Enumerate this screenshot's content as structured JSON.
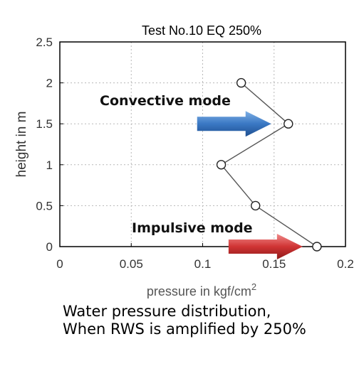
{
  "chart_data": {
    "type": "line",
    "title": "Test No.10 EQ 250%",
    "xlabel": "pressure in kgf/cm",
    "xlabel_superscript": "2",
    "ylabel": "height in m",
    "xlim": [
      0,
      0.2
    ],
    "ylim": [
      0,
      2.5
    ],
    "xticks": [
      "0",
      "0.05",
      "0.1",
      "0.15",
      "0.2"
    ],
    "yticks": [
      "0",
      "0.5",
      "1",
      "1.5",
      "2",
      "2.5"
    ],
    "xtick_values": [
      0,
      0.05,
      0.1,
      0.15,
      0.2
    ],
    "ytick_values": [
      0,
      0.5,
      1,
      1.5,
      2,
      2.5
    ],
    "grid": true,
    "series": [
      {
        "points": [
          {
            "x": 0.127,
            "y": 2.0
          },
          {
            "x": 0.16,
            "y": 1.5
          },
          {
            "x": 0.113,
            "y": 1.0
          },
          {
            "x": 0.137,
            "y": 0.5
          },
          {
            "x": 0.18,
            "y": 0.0
          }
        ]
      }
    ],
    "annotations": [
      {
        "text": "Convective mode",
        "arrow_color": "#3a78c4",
        "arrow_tip": {
          "x": 0.148,
          "y": 1.5
        }
      },
      {
        "text": "Impulsive mode",
        "arrow_color": "#d03434",
        "arrow_tip": {
          "x": 0.17,
          "y": 0.0
        }
      }
    ]
  },
  "caption": {
    "line1": "Water pressure distribution,",
    "line2": "When RWS is amplified by 250%"
  },
  "colors": {
    "axis": "#000000",
    "grid": "#b8b8b8",
    "series": "#555555",
    "marker": "#222222"
  }
}
